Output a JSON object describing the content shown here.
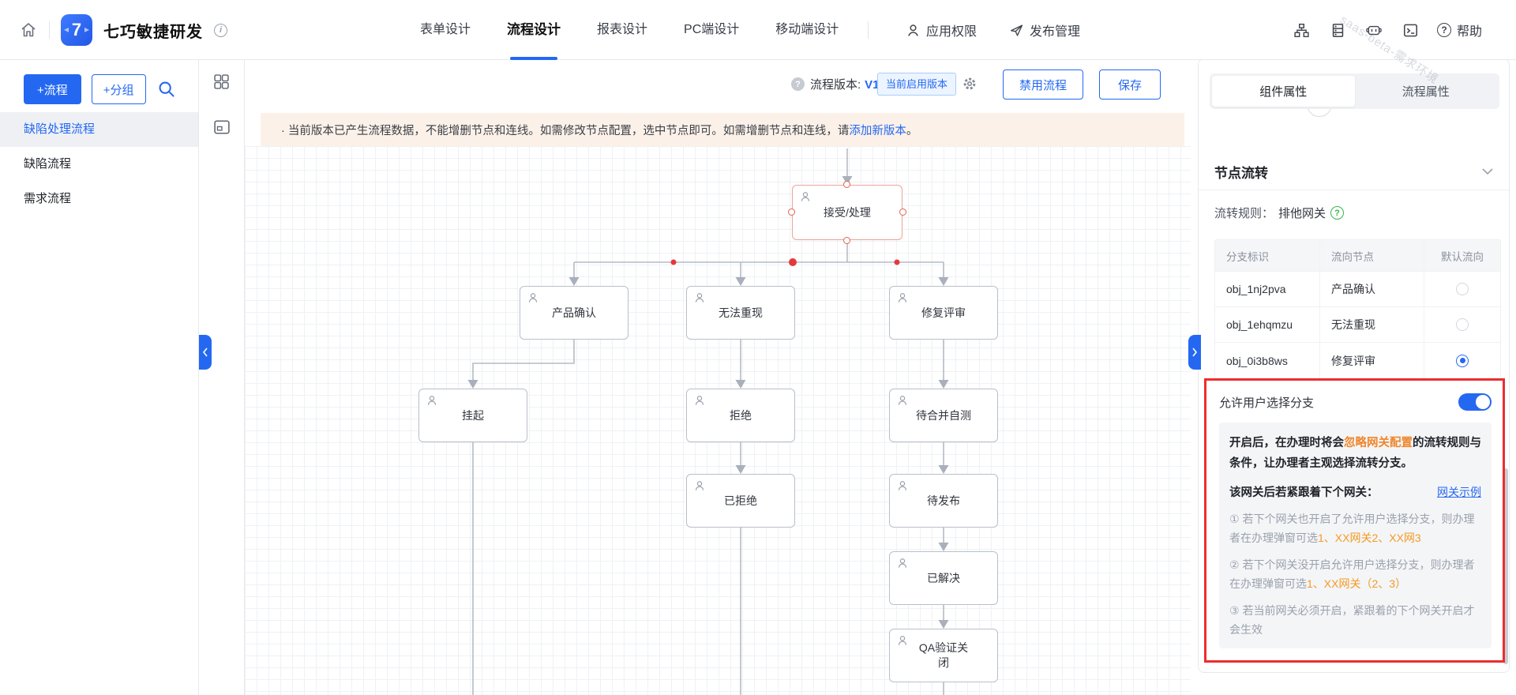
{
  "colors": {
    "primary": "#2468f2",
    "danger": "#e4393c",
    "warning_orange": "#f59a23",
    "success_green": "#3ab54a",
    "banner_bg": "#fcf1e8",
    "selected_node_border": "#eba49a"
  },
  "icons": {
    "question": "?",
    "info": "i"
  },
  "watermark": "saas-beta-需求环境",
  "header": {
    "title": "七巧敏捷研发",
    "logo_text": "7",
    "nav": [
      {
        "label": "表单设计",
        "active": false
      },
      {
        "label": "流程设计",
        "active": true
      },
      {
        "label": "报表设计",
        "active": false
      },
      {
        "label": "PC端设计",
        "active": false
      },
      {
        "label": "移动端设计",
        "active": false
      }
    ],
    "permissions_label": "应用权限",
    "publish_label": "发布管理",
    "help_label": "帮助"
  },
  "sidebar": {
    "add_flow": "+流程",
    "add_group": "+分组",
    "items": [
      {
        "label": "缺陷处理流程",
        "active": true
      },
      {
        "label": "缺陷流程",
        "active": false
      },
      {
        "label": "需求流程",
        "active": false
      }
    ]
  },
  "toolbar": {
    "version_label": "流程版本:",
    "version_value": "V1",
    "active_badge": "当前启用版本",
    "disable_button": "禁用流程",
    "save_button": "保存"
  },
  "banner": {
    "text_before_link": "· 当前版本已产生流程数据，不能增删节点和连线。如需修改节点配置，选中节点即可。如需增删节点和连线，请 ",
    "link": "添加新版本",
    "suffix": "。"
  },
  "flowchart": {
    "nodes": [
      {
        "label": "接受/处理",
        "selected": true
      },
      {
        "label": "产品确认",
        "selected": false
      },
      {
        "label": "无法重现",
        "selected": false
      },
      {
        "label": "修复评审",
        "selected": false
      },
      {
        "label": "挂起",
        "selected": false
      },
      {
        "label": "拒绝",
        "selected": false
      },
      {
        "label": "待合并自测",
        "selected": false
      },
      {
        "label": "已拒绝",
        "selected": false
      },
      {
        "label": "待发布",
        "selected": false
      },
      {
        "label": "已解决",
        "selected": false
      },
      {
        "label": "QA验证关闭",
        "selected": false
      }
    ]
  },
  "panel": {
    "tabs": [
      {
        "label": "组件属性",
        "active": true
      },
      {
        "label": "流程属性",
        "active": false
      }
    ],
    "section_title": "节点流转",
    "rule_label": "流转规则：",
    "rule_value": "排他网关",
    "table": {
      "headers": [
        "分支标识",
        "流向节点",
        "默认流向"
      ],
      "rows": [
        {
          "branch_id": "obj_1nj2pva",
          "target": "产品确认",
          "is_default": false
        },
        {
          "branch_id": "obj_1ehqmzu",
          "target": "无法重现",
          "is_default": false
        },
        {
          "branch_id": "obj_0i3b8ws",
          "target": "修复评审",
          "is_default": true
        }
      ]
    },
    "toggle_label": "允许用户选择分支",
    "toggle_on": true,
    "info": {
      "p1_before": "开启后，在办理时将会",
      "p1_highlight": "忽略网关配置",
      "p1_after": "的流转规则与条件，让办理者主观选择流转分支。",
      "p2_label": "该网关后若紧跟着下个网关：",
      "p2_link": "网关示例",
      "p3_before": "① 若下个网关也开启了允许用户选择分支，则办理者在办理弹窗可选",
      "p3_highlight": "1、XX网关2、XX网3",
      "p4_before": "② 若下个网关没开启允许用户选择分支，则办理者在办理弹窗可选",
      "p4_highlight": "1、XX网关（2、3）",
      "p5": "③ 若当前网关必须开启，紧跟着的下个网关开启才会生效"
    }
  }
}
